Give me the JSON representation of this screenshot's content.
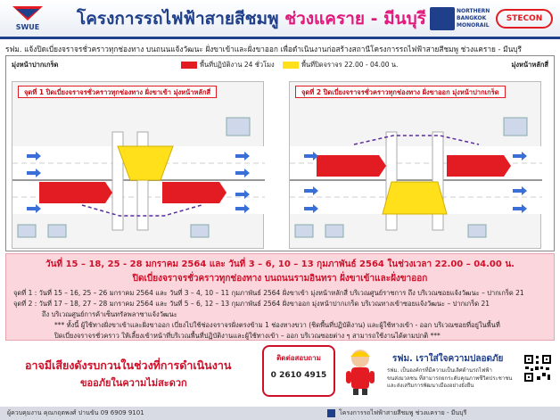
{
  "header": {
    "title_main": "โครงการรถไฟฟ้าสายสีชมพู",
    "title_route": "ช่วงแคราย - มีนบุรี",
    "logo_left_text": "SWUE",
    "logo_nbm_text": "NORTHERN BANGKOK MONORAIL",
    "logo_stecon_text": "STECON"
  },
  "notice": "รฟม. แจ้งปิดเบี่ยงจราจรชั่วคราวทุกช่องทาง บนถนนแจ้งวัฒนะ ฝั่งขาเข้าและฝั่งขาออก เพื่อดำเนินงานก่อสร้างสถานีโครงการรถไฟฟ้าสายสีชมพู ช่วงแคราย - มีนบุรี",
  "map": {
    "dir_left": "มุ่งหน้าปากเกร็ด",
    "dir_right": "มุ่งหน้าหลักสี่",
    "legend_red": "พื้นที่ปฏิบัติงาน 24 ชั่วโมง",
    "legend_yellow": "พื้นที่ปิดจราจร 22.00 - 04.00 น.",
    "panel1_title": "จุดที่ 1 ปิดเบี่ยงจราจรชั่วคราวทุกช่องทาง ฝั่งขาเข้า มุ่งหน้าหลักสี่",
    "panel2_title": "จุดที่ 2 ปิดเบี่ยงจราจรชั่วคราวทุกช่องทาง ฝั่งขาออก มุ่งหน้าปากเกร็ด",
    "colors": {
      "red": "#e31b23",
      "yellow": "#ffe01b",
      "road": "#ffffff",
      "ground": "#f4f4f4",
      "lane": "#3a6fd8",
      "detour": "#5b2c9a"
    }
  },
  "info": {
    "dates": "วันที่ 15 – 18, 25 - 28 มกราคม 2564 และ วันที่ 3 – 6, 10 – 13 กุมภาพันธ์ 2564 ในช่วงเวลา 22.00 – 04.00 น.",
    "subtitle": "ปิดเบี่ยงจราจรชั่วคราวทุกช่องทาง บนถนนรามอินทรา ฝั่งขาเข้าและฝั่งขาออก",
    "point1": "จุดที่ 1 : วันที่ 15 – 16, 25 – 26 มกราคม 2564 และ วันที่ 3 – 4, 10 – 11 กุมภาพันธ์ 2564 ฝั่งขาเข้า มุ่งหน้าหลักสี่ บริเวณศูนย์ราชการ ถึง บริเวณซอยแจ้งวัฒนะ – ปากเกร็ด 21",
    "point2_a": "จุดที่ 2 : วันที่ 17 – 18, 27 – 28 มกราคม 2564 และ วันที่ 5 – 6, 12 – 13 กุมภาพันธ์ 2564 ฝั่งขาออก มุ่งหน้าปากเกร็ด บริเวณทางเข้าซอยแจ้งวัฒนะ – ปากเกร็ด 21",
    "point2_b": "ถึง บริเวณศูนย์การค้าเซ็นทรัลพลาซาแจ้งวัฒนะ",
    "note_a": "*** ทั้งนี้ ผู้ใช้ทางฝั่งขาเข้าและฝั่งขาออก เบี่ยงไปใช้ช่องจราจรฝั่งตรงข้าม 1 ช่องทางขวา (ชิดพื้นที่ปฏิบัติงาน) และผู้ใช้ทางเข้า - ออก บริเวณซอยที่อยู่ในพื้นที่",
    "note_b": "ปิดเบี่ยงจราจรชั่วคราว ให้เลี้ยงเข้าหน้าที่บริเวณพื้นที่ปฏิบัติงานและผู้ใช้ทางเข้า – ออก บริเวณซอยต่าง ๆ สามารถใช้งานได้ตามปกติ ***"
  },
  "footer": {
    "sorry_line1": "อาจมีเสียงดังรบกวนในช่วงที่การดำเนินงาน",
    "sorry_line2": "ขออภัยในความไม่สะดวก",
    "contact_label": "ติดต่อสอบถาม",
    "contact_phone": "0 2610 4915",
    "safety_title": "รฟม. เราใส่ใจความปลอดภัย",
    "safety_line1": "รฟม. เป็นองค์กรที่มีความเป็นเลิศด้านรถไฟฟ้า",
    "safety_line2": "ขนส่งมวลชน ที่สามารถยกระดับคุณภาพชีวิตประชาชน",
    "safety_line3": "และส่งเสริมการพัฒนาเมืองอย่างยั่งยืน",
    "bottom_left": "ผู้ควบคุมงาน คุณกฤตพงศ์ ปานขัน 09 6909 9101",
    "bottom_right": "โครงการรถไฟฟ้าสายสีชมพู ช่วงแคราย - มีนบุรี"
  }
}
